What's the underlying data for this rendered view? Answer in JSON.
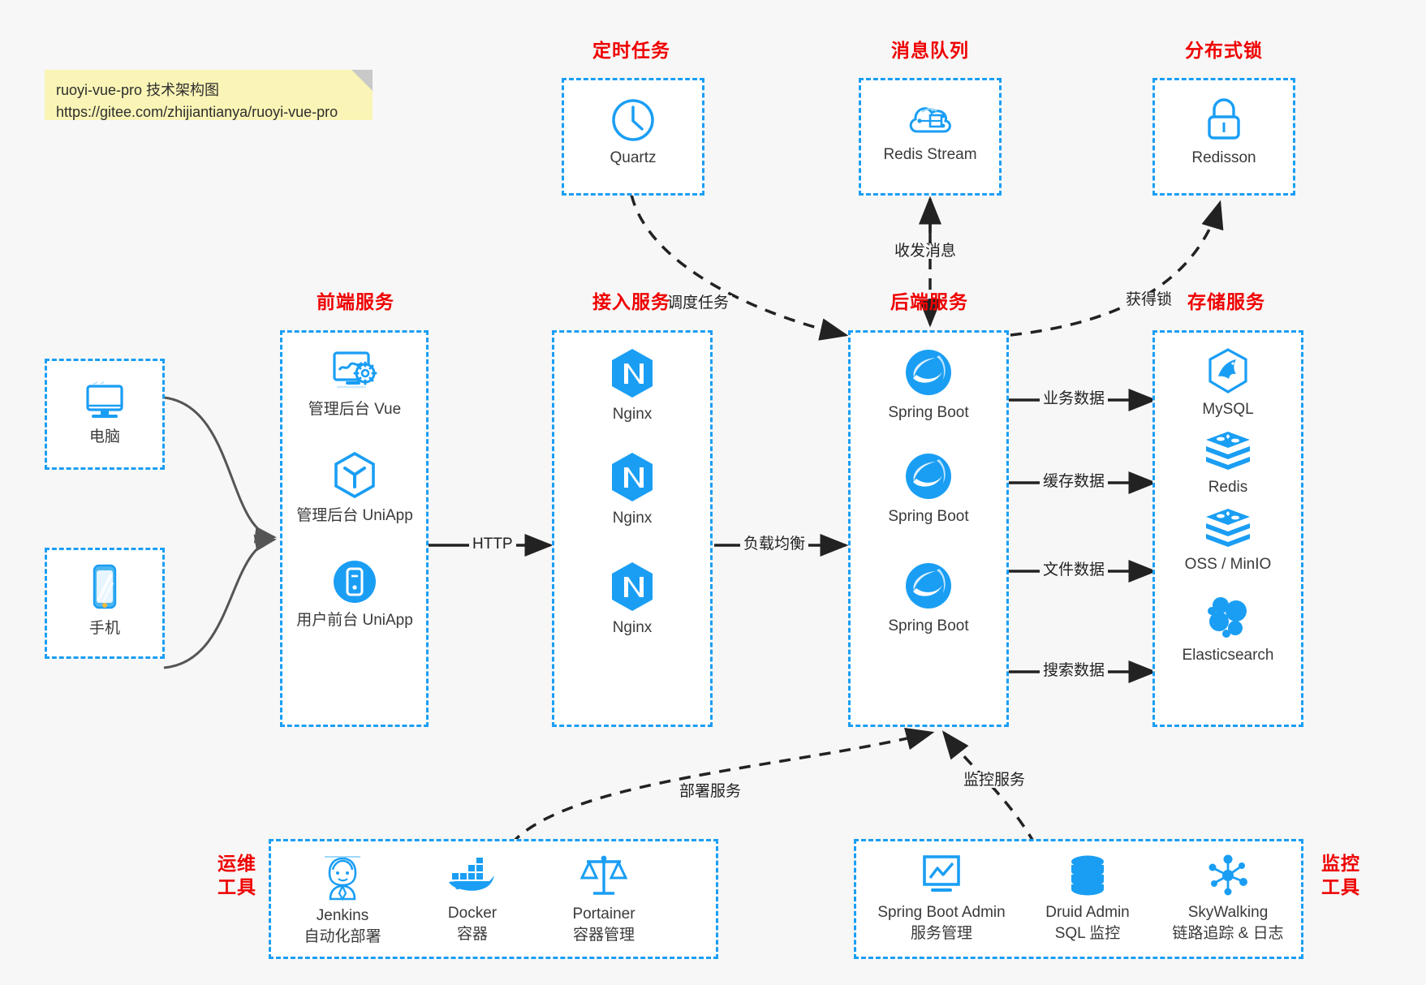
{
  "note": {
    "line1": "ruoyi-vue-pro 技术架构图",
    "line2": "https://gitee.com/zhijiantianya/ruoyi-vue-pro"
  },
  "colors": {
    "group_border": "#1a9ef4",
    "group_title": "#ef0000",
    "icon_blue": "#1a9ef4",
    "caption": "#3a3a3a",
    "background": "#f7f7f7",
    "note_bg": "#faf5b6",
    "edge_solid": "#222222",
    "edge_curve": "#555555"
  },
  "groups": [
    {
      "id": "timer",
      "title": "定时任务",
      "title_pos": "top"
    },
    {
      "id": "mq",
      "title": "消息队列",
      "title_pos": "top"
    },
    {
      "id": "lock",
      "title": "分布式锁",
      "title_pos": "top"
    },
    {
      "id": "frontend",
      "title": "前端服务",
      "title_pos": "top"
    },
    {
      "id": "gateway",
      "title": "接入服务",
      "title_pos": "top"
    },
    {
      "id": "backend",
      "title": "后端服务",
      "title_pos": "top"
    },
    {
      "id": "storage",
      "title": "存储服务",
      "title_pos": "top"
    },
    {
      "id": "devops",
      "title": "运维\n工具",
      "title_pos": "left"
    },
    {
      "id": "monitor",
      "title": "监控\n工具",
      "title_pos": "right"
    }
  ],
  "clients": [
    {
      "label": "电脑",
      "icon": "desktop-computer-icon"
    },
    {
      "label": "手机",
      "icon": "mobile-phone-icon"
    }
  ],
  "timer_nodes": [
    {
      "label": "Quartz",
      "icon": "clock-icon"
    }
  ],
  "mq_nodes": [
    {
      "label": "Redis Stream",
      "icon": "cloud-stream-icon"
    }
  ],
  "lock_nodes": [
    {
      "label": "Redisson",
      "icon": "padlock-icon"
    }
  ],
  "frontend_nodes": [
    {
      "label": "管理后台 Vue",
      "icon": "dashboard-gear-icon"
    },
    {
      "label": "管理后台 UniApp",
      "icon": "uniapp-cube-icon"
    },
    {
      "label": "用户前台 UniApp",
      "icon": "mobile-circle-icon"
    }
  ],
  "gateway_nodes": [
    {
      "label": "Nginx",
      "icon": "nginx-icon"
    },
    {
      "label": "Nginx",
      "icon": "nginx-icon"
    },
    {
      "label": "Nginx",
      "icon": "nginx-icon"
    }
  ],
  "backend_nodes": [
    {
      "label": "Spring Boot",
      "icon": "spring-boot-icon"
    },
    {
      "label": "Spring Boot",
      "icon": "spring-boot-icon"
    },
    {
      "label": "Spring Boot",
      "icon": "spring-boot-icon"
    }
  ],
  "storage_nodes": [
    {
      "label": "MySQL",
      "icon": "mysql-dolphin-icon"
    },
    {
      "label": "Redis",
      "icon": "redis-stack-icon"
    },
    {
      "label": "OSS / MinIO",
      "icon": "redis-stack-icon"
    },
    {
      "label": "Elasticsearch",
      "icon": "elasticsearch-icon"
    }
  ],
  "devops_nodes": [
    {
      "label": "Jenkins",
      "sub": "自动化部署",
      "icon": "jenkins-butler-icon"
    },
    {
      "label": "Docker",
      "sub": "容器",
      "icon": "docker-whale-icon"
    },
    {
      "label": "Portainer",
      "sub": "容器管理",
      "icon": "scales-balance-icon"
    }
  ],
  "monitor_nodes": [
    {
      "label": "Spring Boot Admin",
      "sub": "服务管理",
      "icon": "monitor-chart-icon"
    },
    {
      "label": "Druid Admin",
      "sub": "SQL 监控",
      "icon": "database-cylinder-icon"
    },
    {
      "label": "SkyWalking",
      "sub": "链路追踪 & 日志",
      "icon": "skywalking-node-icon"
    }
  ],
  "edge_labels": {
    "http": "HTTP",
    "load_balance": "负载均衡",
    "schedule_task": "调度任务",
    "send_receive_msg": "收发消息",
    "acquire_lock": "获得锁",
    "business_data": "业务数据",
    "cache_data": "缓存数据",
    "file_data": "文件数据",
    "search_data": "搜索数据",
    "deploy_service": "部署服务",
    "monitor_service": "监控服务"
  }
}
